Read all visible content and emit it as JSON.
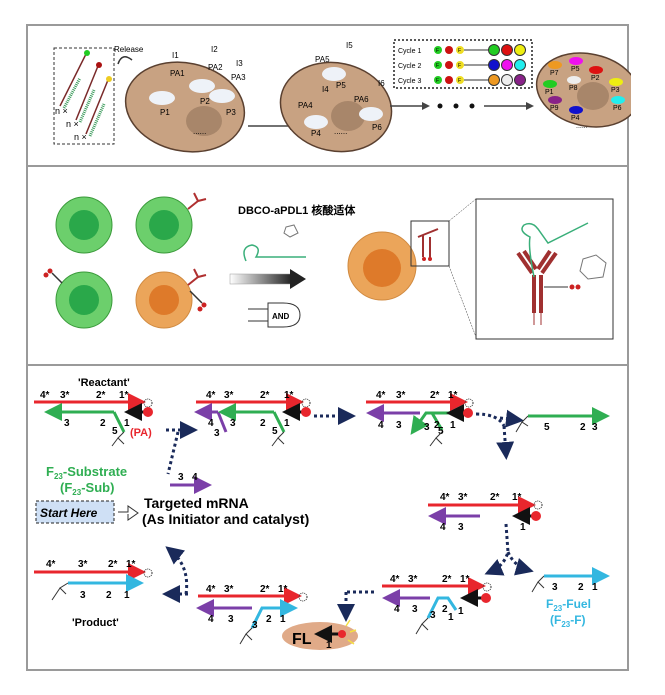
{
  "panel_top": {
    "release_label": "Release",
    "multiplier_labels": [
      "n ×",
      "n ×",
      "n ×"
    ],
    "cell1": {
      "probes": [
        "P1",
        "P2",
        "P3"
      ],
      "antibodies": [
        "PA1",
        "PA2",
        "PA3"
      ],
      "imagers": [
        "I1",
        "I2",
        "I3"
      ],
      "more": "......"
    },
    "cell2": {
      "probes": [
        "P4",
        "P5",
        "P6"
      ],
      "antibodies": [
        "PA4",
        "PA5",
        "PA6"
      ],
      "imagers": [
        "I4",
        "I5",
        "I6"
      ],
      "more": "......"
    },
    "cycles": [
      {
        "label": "Cycle 1",
        "outputs": [
          "#22cc22",
          "#dd1111",
          "#eeee11"
        ]
      },
      {
        "label": "Cycle 2",
        "outputs": [
          "#1111cc",
          "#ee11ee",
          "#22eeee"
        ]
      },
      {
        "label": "Cycle 3",
        "outputs": [
          "#ee9922",
          "#eeeeee",
          "#882288"
        ]
      }
    ],
    "cycle_input_letters": [
      "F",
      "",
      "F"
    ],
    "cell3": {
      "probes": [
        "P7",
        "P5",
        "P2",
        "P1",
        "P8",
        "P3",
        "P9",
        "P4",
        "P6"
      ],
      "more": "......"
    }
  },
  "panel_mid": {
    "title": "DBCO-aPDL1 核酸适体",
    "gate_label": "AND"
  },
  "panel_bottom": {
    "reactant": "'Reactant'",
    "product": "'Product'",
    "pa_label": "(PA)",
    "substrate": {
      "line1": "F",
      "sub1": "23",
      "rest1": "-Substrate",
      "line2a": "(F",
      "sub2": "23",
      "rest2": "-Sub)"
    },
    "fuel": {
      "line1": "F",
      "sub1": "23",
      "rest1": "-Fuel",
      "line2a": "(F",
      "sub2": "23",
      "rest2": "-F)"
    },
    "start_here": "Start Here",
    "mrna_line1": "Targeted mRNA",
    "mrna_line2": "(As Initiator and catalyst)",
    "fl_label": "FL",
    "mrna_strand_labels": [
      "3",
      "4"
    ],
    "top_strand_labels": [
      "4*",
      "3*",
      "2*",
      "1*"
    ],
    "complex1_bottom": [
      "3",
      "2",
      "1",
      "5"
    ],
    "complex2_bottom": [
      "4",
      "3",
      "3",
      "2",
      "1",
      "5"
    ],
    "complex3_bottom": [
      "4",
      "3",
      "3",
      "2",
      "1",
      "5"
    ],
    "released_green": [
      "5",
      "2",
      "3"
    ],
    "complex4_bottom": [
      "4",
      "3",
      "1"
    ],
    "fuel_strand": [
      "3",
      "2",
      "1"
    ],
    "complex5_bottom": [
      "4",
      "3",
      "3",
      "2",
      "1",
      "1"
    ],
    "complex6_bottom": [
      "4",
      "3",
      "3",
      "2",
      "1"
    ],
    "product_bottom": [
      "3",
      "2",
      "1"
    ],
    "fl_strand": "1",
    "colors": {
      "red": "#e8262d",
      "green": "#2fae52",
      "purple": "#7b3fa8",
      "cyan": "#33b7e0",
      "navy": "#1a2a5a",
      "cell": "#c8a282"
    }
  }
}
